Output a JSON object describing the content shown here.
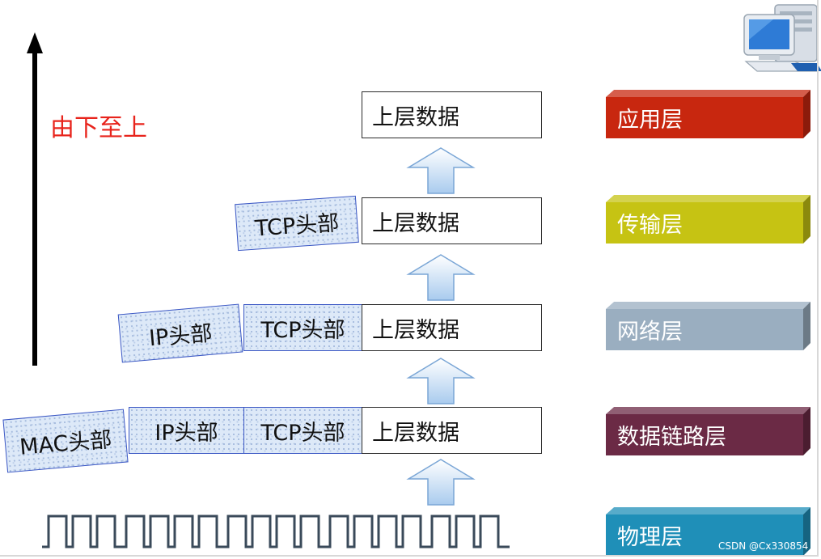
{
  "direction_label": "由下至上",
  "stack_rows": [
    {
      "headers": [],
      "payload": "上层数据"
    },
    {
      "headers": [
        "TCP头部"
      ],
      "payload": "上层数据"
    },
    {
      "headers": [
        "IP头部",
        "TCP头部"
      ],
      "payload": "上层数据"
    },
    {
      "headers": [
        "MAC头部",
        "IP头部",
        "TCP头部"
      ],
      "payload": "上层数据"
    }
  ],
  "layers": [
    {
      "name": "应用层",
      "color": "#c8270f"
    },
    {
      "name": "传输层",
      "color": "#c6c313"
    },
    {
      "name": "网络层",
      "color": "#9aaec0"
    },
    {
      "name": "数据链路层",
      "color": "#6b2a45"
    },
    {
      "name": "物理层",
      "color": "#1f8fb8"
    }
  ],
  "watermark": "CSDN @Cx330854",
  "colors": {
    "arrow": "#000000",
    "direction_label": "#e8241c",
    "header_border": "#3b57c4",
    "up_arrow_fill": "#cfe3f7",
    "up_arrow_stroke": "#7aa6d6",
    "signal": "#3a4a5a"
  }
}
